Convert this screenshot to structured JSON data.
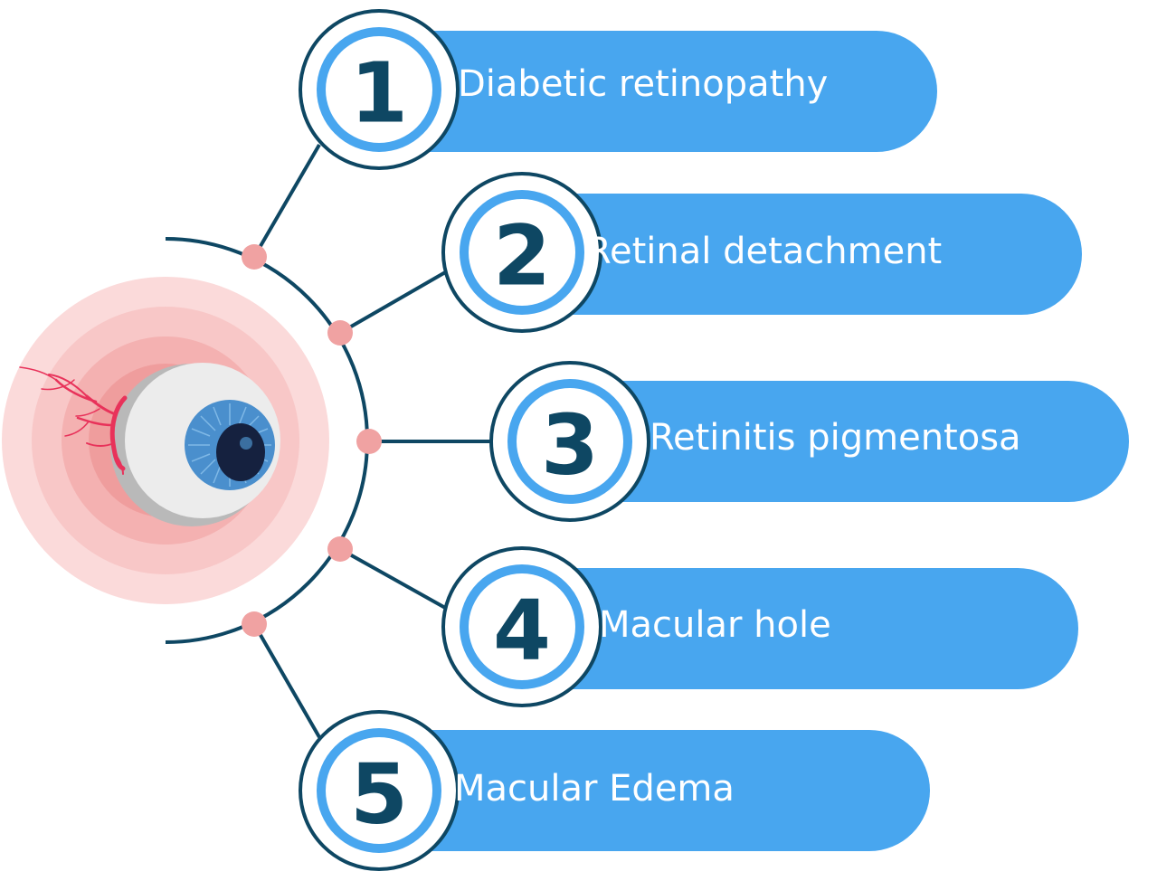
{
  "items": [
    {
      "number": "1",
      "label": "Diabetic retinopathy"
    },
    {
      "number": "2",
      "label": "Retinal detachment"
    },
    {
      "number": "3",
      "label": "Retinitis pigmentosa"
    },
    {
      "number": "4",
      "label": "Macular hole"
    },
    {
      "number": "5",
      "label": "Macular Edema"
    }
  ],
  "colors": {
    "pill": "#48a6ef",
    "navy": "#0e4763",
    "dot": "#f0a2a2",
    "glow_outer": "#fbdada",
    "glow_mid": "#f8c2c2",
    "glow_inner": "#f3a9a9",
    "iris": "#4a8fcd",
    "pupil": "#15213f",
    "vein": "#e8325a"
  },
  "icons": {
    "eye": "eye-icon"
  }
}
